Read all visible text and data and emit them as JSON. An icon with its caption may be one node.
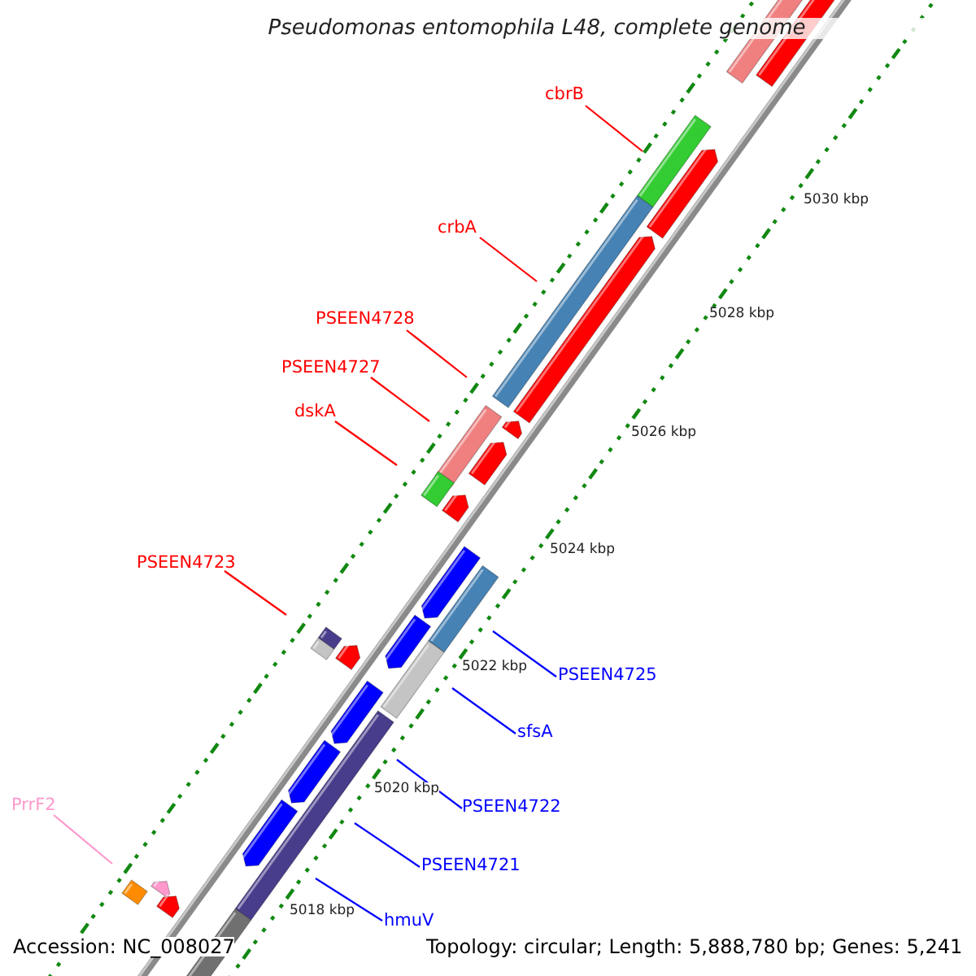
{
  "diagram": {
    "title": "Pseudomonas entomophila L48, complete genome",
    "nodes": [
      {
        "text": [
          "cbrB"
        ]
      },
      {
        "text": [
          "crbA"
        ]
      },
      {
        "text": [
          "PSEEN4728"
        ]
      },
      {
        "text": [
          "PSEEN4727"
        ]
      },
      {
        "text": [
          "dskA"
        ]
      },
      {
        "text": [
          "PSEEN4723"
        ]
      },
      {
        "text": [
          "PSEEN4725"
        ]
      },
      {
        "text": [
          "sfsA"
        ]
      },
      {
        "text": [
          "PSEEN4722"
        ]
      },
      {
        "text": [
          "PSEEN4721"
        ]
      },
      {
        "text": [
          "hmuV"
        ]
      },
      {
        "text": [
          "PrrF2"
        ]
      }
    ],
    "edges": [
      {
        "from": 0,
        "to": null,
        "arrow": "none"
      },
      {
        "from": 1,
        "to": null,
        "arrow": "none"
      },
      {
        "from": 2,
        "to": null,
        "arrow": "none"
      },
      {
        "from": 3,
        "to": null,
        "arrow": "none"
      },
      {
        "from": 4,
        "to": null,
        "arrow": "none"
      },
      {
        "from": 5,
        "to": null,
        "arrow": "none"
      },
      {
        "from": 6,
        "to": null,
        "arrow": "none",
        "color": "#0000ff"
      },
      {
        "from": 7,
        "to": null,
        "arrow": "none",
        "color": "#0000ff"
      },
      {
        "from": 8,
        "to": null,
        "arrow": "none",
        "color": "#0000ff"
      },
      {
        "from": 9,
        "to": null,
        "arrow": "none",
        "color": "#0000ff"
      },
      {
        "from": 10,
        "to": null,
        "arrow": "none",
        "color": "#0000ff"
      },
      {
        "from": 11,
        "to": null,
        "arrow": "none",
        "color": "#ff99cc"
      }
    ],
    "labels": [
      "5030 kbp",
      "5028 kbp",
      "5026 kbp",
      "5024 kbp",
      "5022 kbp",
      "5020 kbp",
      "5018 kbp",
      "Accession: NC_008027",
      "Topology: circular; Length: 5,888,780 bp; Genes: 5,241"
    ]
  }
}
